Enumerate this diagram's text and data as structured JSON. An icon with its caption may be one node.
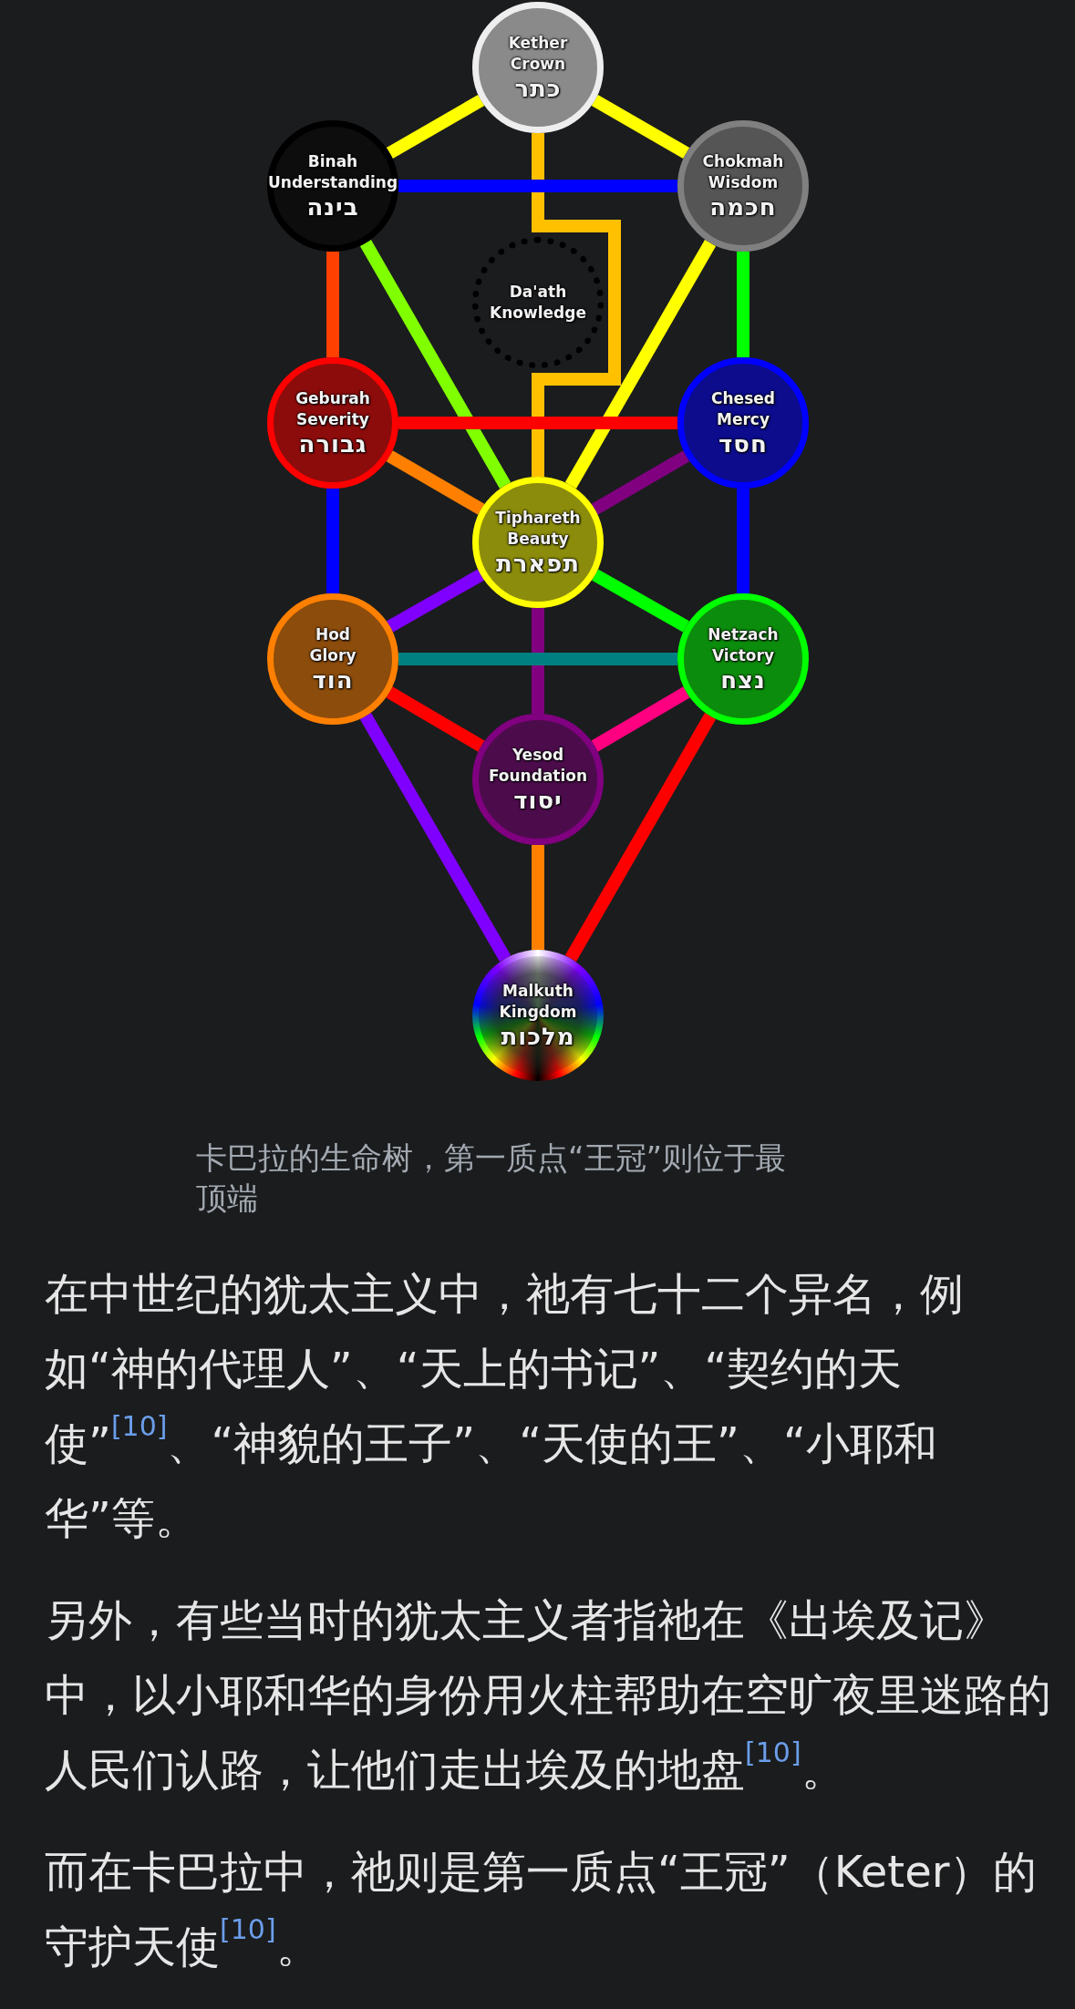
{
  "diagram": {
    "caption": "卡巴拉的生命树，第一质点“王冠”则位于最顶端",
    "nodes": [
      {
        "text": [
          "Kether",
          "Crown",
          "כתר"
        ]
      },
      {
        "text": [
          "Binah",
          "Understanding",
          "בינה"
        ]
      },
      {
        "text": [
          "Chokmah",
          "Wisdom",
          "חכמה"
        ]
      },
      {
        "text": [
          "Da'ath",
          "Knowledge"
        ]
      },
      {
        "text": [
          "Geburah",
          "Severity",
          "גבורה"
        ]
      },
      {
        "text": [
          "Chesed",
          "Mercy",
          "חסד"
        ]
      },
      {
        "text": [
          "Tiphareth",
          "Beauty",
          "תפארת"
        ]
      },
      {
        "text": [
          "Hod",
          "Glory",
          "הוד"
        ]
      },
      {
        "text": [
          "Netzach",
          "Victory",
          "נצח"
        ]
      },
      {
        "text": [
          "Yesod",
          "Foundation",
          "יסוד"
        ]
      },
      {
        "text": [
          "Malkuth",
          "Kingdom",
          "מלכות"
        ]
      }
    ],
    "edges": [
      {
        "from": 0,
        "to": 1,
        "arrow": "none",
        "color": "#ffff00"
      },
      {
        "from": 0,
        "to": 2,
        "arrow": "none",
        "color": "#ffff00"
      },
      {
        "from": 0,
        "to": 6,
        "arrow": "none",
        "color": "#ffc000"
      },
      {
        "from": 1,
        "to": 2,
        "arrow": "none",
        "color": "#0000ff"
      },
      {
        "from": 1,
        "to": 4,
        "arrow": "none",
        "color": "#ff4000"
      },
      {
        "from": 1,
        "to": 6,
        "arrow": "none",
        "color": "#80ff00"
      },
      {
        "from": 2,
        "to": 5,
        "arrow": "none",
        "color": "#00ff00"
      },
      {
        "from": 2,
        "to": 6,
        "arrow": "none",
        "color": "#ffff00"
      },
      {
        "from": 4,
        "to": 5,
        "arrow": "none",
        "color": "#ff0000"
      },
      {
        "from": 4,
        "to": 6,
        "arrow": "none",
        "color": "#ff8000"
      },
      {
        "from": 4,
        "to": 7,
        "arrow": "none",
        "color": "#0000ff"
      },
      {
        "from": 5,
        "to": 6,
        "arrow": "none",
        "color": "#800080"
      },
      {
        "from": 5,
        "to": 8,
        "arrow": "none",
        "color": "#0000ff"
      },
      {
        "from": 6,
        "to": 7,
        "arrow": "none",
        "color": "#8000ff"
      },
      {
        "from": 6,
        "to": 8,
        "arrow": "none",
        "color": "#00ff00"
      },
      {
        "from": 6,
        "to": 9,
        "arrow": "none",
        "color": "#800080"
      },
      {
        "from": 7,
        "to": 8,
        "arrow": "none",
        "color": "#008080"
      },
      {
        "from": 7,
        "to": 9,
        "arrow": "none",
        "color": "#ff0000"
      },
      {
        "from": 7,
        "to": 10,
        "arrow": "none",
        "color": "#8000ff"
      },
      {
        "from": 8,
        "to": 9,
        "arrow": "none",
        "color": "#ff0080"
      },
      {
        "from": 8,
        "to": 10,
        "arrow": "none",
        "color": "#ff0000"
      },
      {
        "from": 9,
        "to": 10,
        "arrow": "none",
        "color": "#ff8000"
      }
    ],
    "labels": [
      "在中世纪的犹太主义中，祂有七十二个异名，例如“神的代理人”、“天上的书记”、“契约的天使”$^{[10]}$、“神貌的王子”、“天使的王”、“小耶和华”等。",
      "另外，有些当时的犹太主义者指祂在《出埃及记》中，以小耶和华的身份用火柱帮助在空旷夜里迷路的人民们认路，让他们走出埃及的地盘$^{[10]}$。",
      "而在卡巴拉中，祂则是第一质点“王冠”（Keter）的守护天使$^{[10]}$。"
    ]
  }
}
